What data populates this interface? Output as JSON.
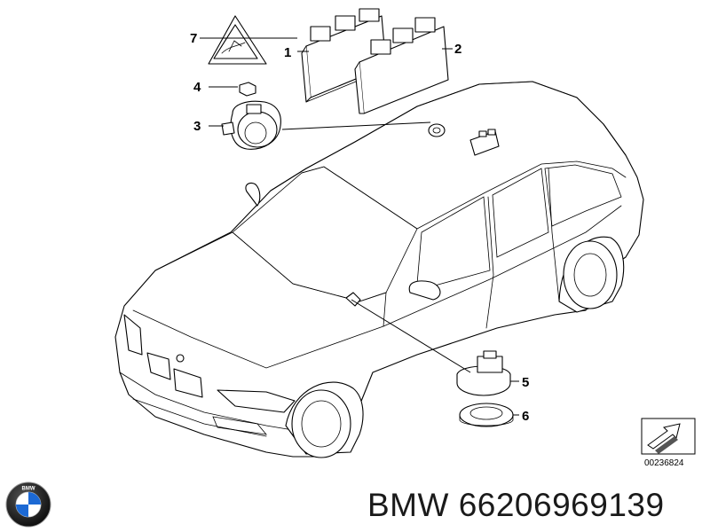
{
  "diagram": {
    "callouts": [
      {
        "id": "1",
        "label": "1"
      },
      {
        "id": "2",
        "label": "2"
      },
      {
        "id": "3",
        "label": "3"
      },
      {
        "id": "4",
        "label": "4"
      },
      {
        "id": "5",
        "label": "5"
      },
      {
        "id": "6",
        "label": "6"
      },
      {
        "id": "7",
        "label": "7"
      }
    ],
    "reference_code": "00236824"
  },
  "brand": {
    "logo_letters": "BMW",
    "part_label": "BMW 66206969139"
  },
  "colors": {
    "logo_blue": "#1c69d4",
    "logo_ring": "#111111",
    "text": "#1a1a1a"
  }
}
